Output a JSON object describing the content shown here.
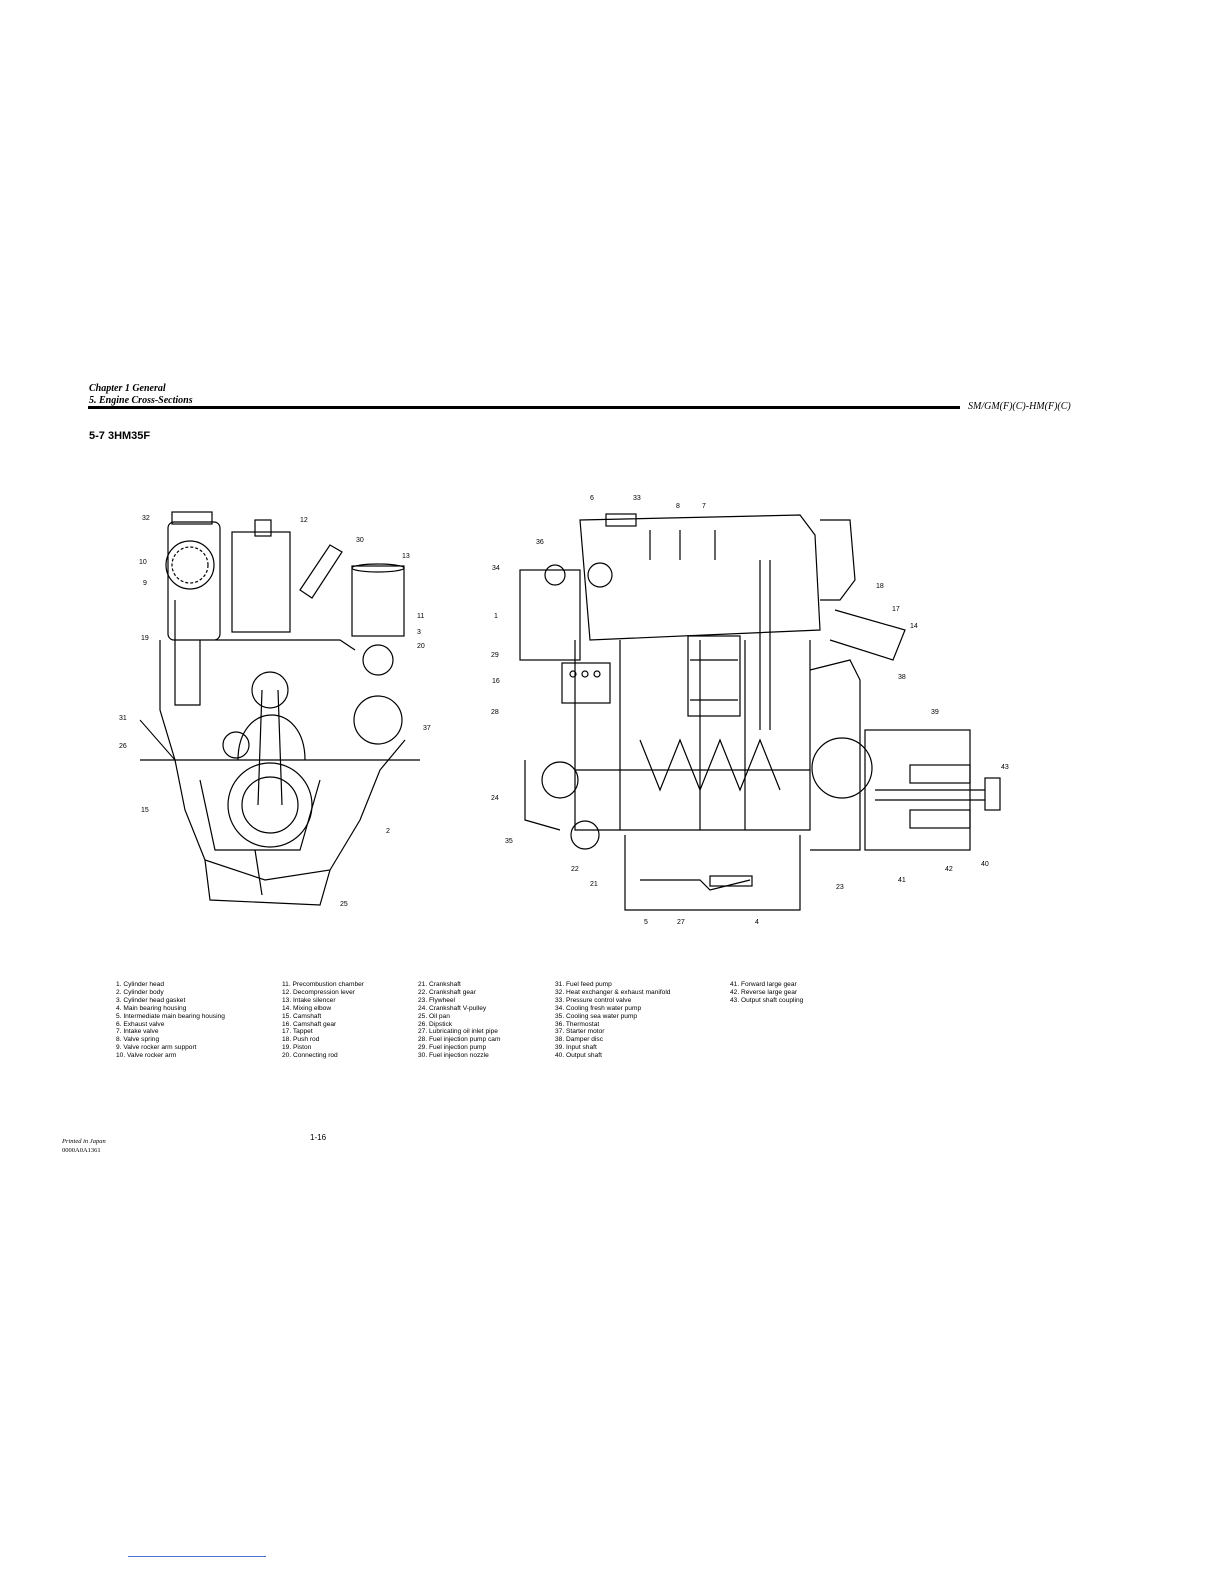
{
  "header": {
    "chapter": "Chapter 1 General",
    "section": "5. Engine Cross-Sections",
    "model": "SM/GM(F)(C)-HM(F)(C)"
  },
  "section_title": "5-7 3HM35F",
  "front_view_callouts": [
    "32",
    "12",
    "30",
    "13",
    "10",
    "9",
    "11",
    "3",
    "19",
    "20",
    "31",
    "26",
    "37",
    "15",
    "2",
    "25"
  ],
  "side_view_callouts": [
    "6",
    "33",
    "8",
    "7",
    "36",
    "34",
    "18",
    "1",
    "17",
    "14",
    "29",
    "16",
    "38",
    "28",
    "39",
    "43",
    "24",
    "35",
    "22",
    "21",
    "23",
    "41",
    "42",
    "40",
    "5",
    "27",
    "4"
  ],
  "legend": {
    "col1": [
      "1. Cylinder head",
      "2. Cylinder body",
      "3. Cylinder head gasket",
      "4. Main bearing housing",
      "5. Intermediate main bearing housing",
      "6. Exhaust valve",
      "7. Intake valve",
      "8. Valve spring",
      "9. Valve rocker arm support",
      "10. Valve rocker arm"
    ],
    "col2": [
      "11. Precombustion chamber",
      "12. Decompression lever",
      "13. Intake silencer",
      "14. Mixing elbow",
      "15. Camshaft",
      "16. Camshaft gear",
      "17. Tappet",
      "18. Push rod",
      "19. Piston",
      "20. Connecting rod"
    ],
    "col3": [
      "21. Crankshaft",
      "22. Crankshaft gear",
      "23. Flywheel",
      "24. Crankshaft V-pulley",
      "25. Oil pan",
      "26. Dipstick",
      "27. Lubricating oil inlet pipe",
      "28. Fuel injection pump cam",
      "29. Fuel injection pump",
      "30. Fuel injection nozzle"
    ],
    "col4": [
      "31. Fuel feed pump",
      "32. Heat exchanger & exhaust manifold",
      "33. Pressure control valve",
      "34. Cooling fresh water pump",
      "35. Cooling sea water pump",
      "36. Thermostat",
      "37. Starter motor",
      "38. Damper disc",
      "39. Input shaft",
      "40. Output shaft"
    ],
    "col5": [
      "41. Forward large gear",
      "42. Reverse large gear",
      "43. Output shaft coupling"
    ]
  },
  "footer": {
    "printed": "Printed in Japan",
    "doc_number": "0000A0A1361",
    "page": "1-16"
  }
}
